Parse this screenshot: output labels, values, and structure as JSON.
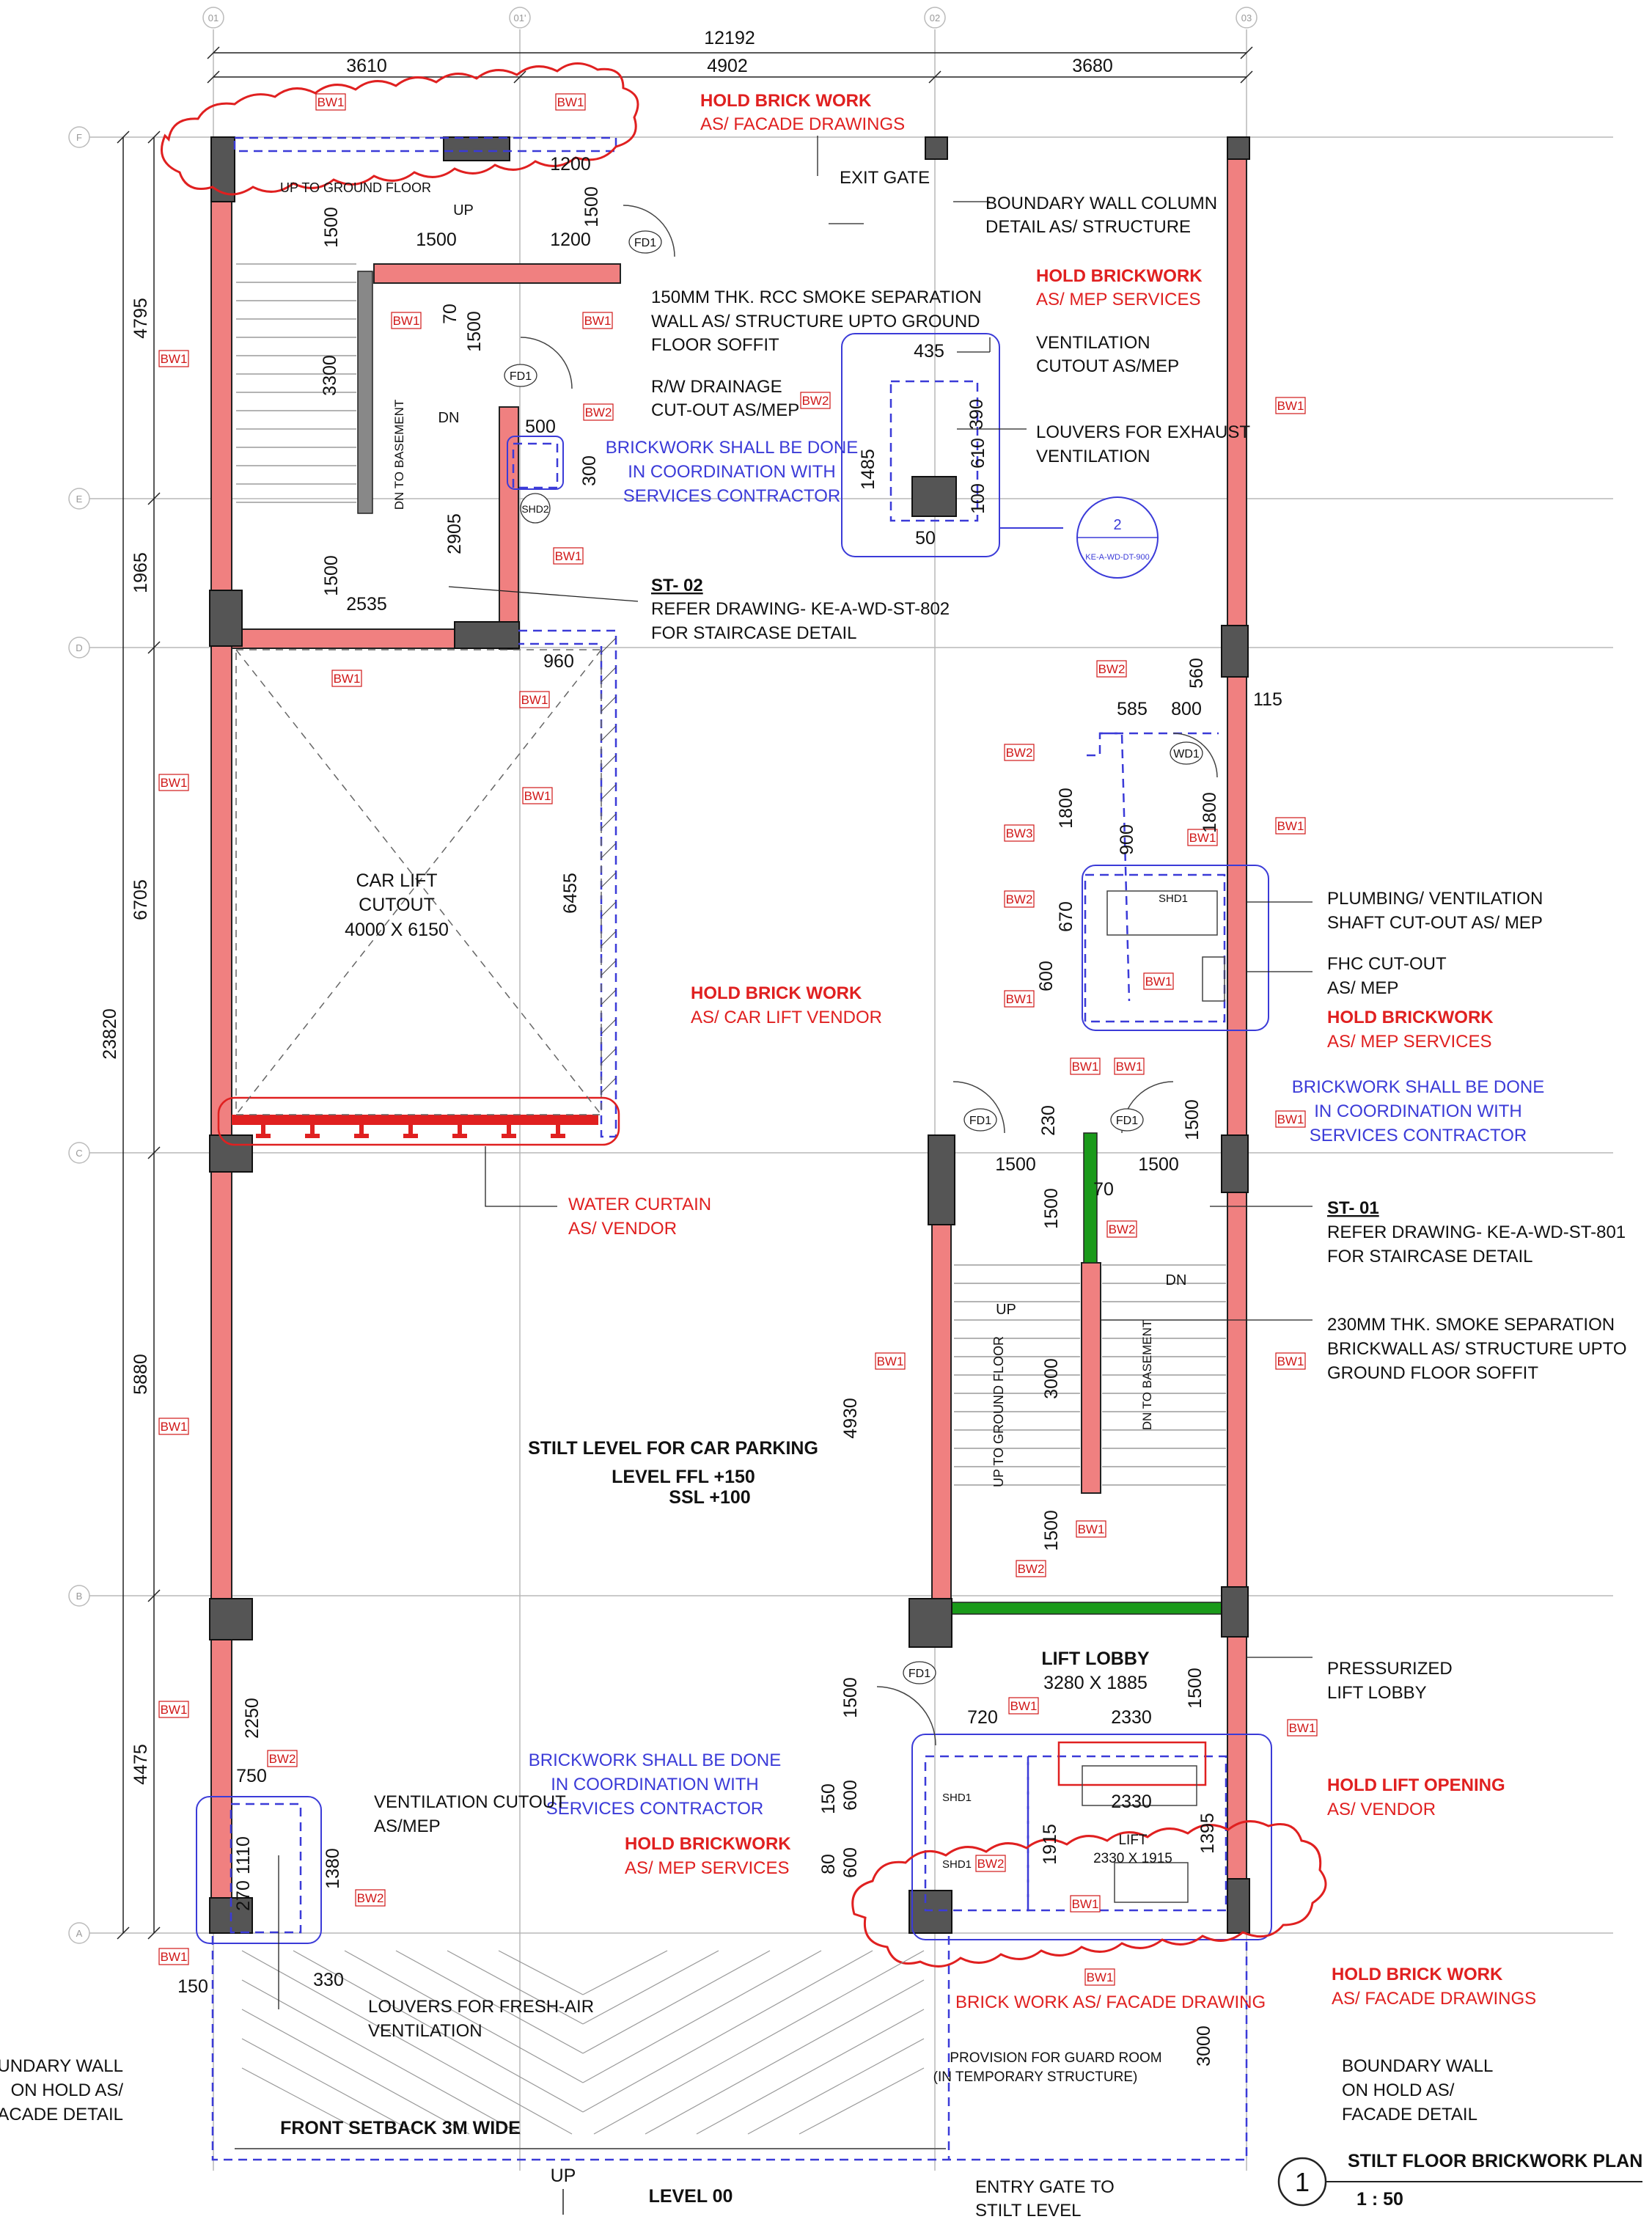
{
  "drawing": {
    "title": "STILT FLOOR BRICKWORK PLAN",
    "number": "1",
    "scale": "1 : 50",
    "level_label": "LEVEL 00",
    "stilt_label": "STILT LEVEL FOR CAR PARKING",
    "level_ffl": "LEVEL FFL +150",
    "level_ssl": "SSL +100",
    "front_setback": "FRONT SETBACK 3M WIDE",
    "up_label": "UP"
  },
  "grids": {
    "columns": [
      "01",
      "01'",
      "02",
      "03"
    ],
    "rows": [
      "F",
      "E",
      "D",
      "C",
      "B",
      "A"
    ]
  },
  "dimensions": {
    "top_overall": "12192",
    "top_bays": [
      "3610",
      "4902",
      "3680"
    ],
    "left_overall": "23820",
    "left_bays": [
      "4795",
      "1965",
      "6705",
      "5880",
      "4475"
    ]
  },
  "interior_dims": {
    "d1200a": "1200",
    "d1500a": "1500",
    "d1500b": "1500",
    "d1200b": "1200",
    "d70": "70",
    "d1500c": "1500",
    "d3300": "3300",
    "d500": "500",
    "d300": "300",
    "d2905": "2905",
    "d1500d": "1500",
    "d2535": "2535",
    "d435": "435",
    "d390": "390",
    "d610": "610",
    "d1485": "1485",
    "d100": "100",
    "d50": "50",
    "d960": "960",
    "d6455": "6455",
    "d560": "560",
    "d585": "585",
    "d800": "800",
    "d115": "115",
    "d1800a": "1800",
    "d900": "900",
    "d1800b": "1800",
    "d670": "670",
    "d600": "600",
    "d230": "230",
    "d1500e": "1500",
    "d1500f": "1500",
    "d1500g": "1500",
    "d70b": "70",
    "d1500h": "1500",
    "d3000": "3000",
    "d4930": "4930",
    "d1500i": "1500",
    "d1500j": "1500",
    "d720": "720",
    "d2330a": "2330",
    "d1500k": "1500",
    "d150": "150",
    "d600b": "600",
    "d80": "80",
    "d600c": "600",
    "d2330b": "2330",
    "d1915": "1915",
    "d1395": "1395",
    "d2250": "2250",
    "d750": "750",
    "d1110": "1110",
    "d270": "270",
    "d1380": "1380",
    "d150b": "150",
    "d330": "330",
    "d3000b": "3000"
  },
  "rooms": {
    "car_lift": "CAR LIFT",
    "car_lift_cutout": "CUTOUT",
    "car_lift_size": "4000 X 6150",
    "lift_lobby": "LIFT LOBBY",
    "lift_lobby_size": "3280 X 1885",
    "lift": "LIFT",
    "lift_size": "2330 X 1915",
    "guard1": "PROVISION FOR GUARD ROOM",
    "guard2": "(IN TEMPORARY STRUCTURE)",
    "up_ground_top": "UP TO GROUND FLOOR",
    "up_top": "UP",
    "dn_top": "DN",
    "dn_basement_1": "DN TO BASEMENT",
    "dn_basement_2": "DN TO BASEMENT",
    "up_ground_2": "UP TO GROUND FLOOR",
    "up_2": "UP",
    "dn_2": "DN"
  },
  "tags": {
    "bw1": "BW1",
    "bw2": "BW2",
    "bw3": "BW3",
    "fd1": "FD1",
    "wd1": "WD1",
    "shd1": "SHD1",
    "shd2": "SHD2",
    "ref_num": "2",
    "ref_code": "KE-A-WD-DT-900"
  },
  "notes": {
    "hold_brick_1a": "HOLD BRICK WORK",
    "hold_brick_1b": "AS/ FACADE DRAWINGS",
    "exit_gate": "EXIT GATE",
    "boundary_col_1": "BOUNDARY WALL COLUMN",
    "boundary_col_2": "DETAIL AS/ STRUCTURE",
    "hold_mep_1a": "HOLD BRICKWORK",
    "hold_mep_1b": "AS/ MEP SERVICES",
    "rcc_1": "150MM THK. RCC SMOKE SEPARATION",
    "rcc_2": "WALL AS/ STRUCTURE UPTO GROUND",
    "rcc_3": "FLOOR SOFFIT",
    "vent_1": "VENTILATION",
    "vent_2": "CUTOUT AS/MEP",
    "rw_1": "R/W DRAINAGE",
    "rw_2": "CUT-OUT AS/MEP",
    "louvers_1": "LOUVERS FOR EXHAUST",
    "louvers_2": "VENTILATION",
    "coord1_1": "BRICKWORK SHALL BE DONE",
    "coord1_2": "IN COORDINATION WITH",
    "coord1_3": "SERVICES CONTRACTOR",
    "st02_1": "ST- 02",
    "st02_2": "REFER DRAWING- KE-A-WD-ST-802",
    "st02_3": "FOR STAIRCASE DETAIL",
    "hold_lift_1": "HOLD BRICK WORK",
    "hold_lift_2": "AS/ CAR LIFT VENDOR",
    "plumb_1": "PLUMBING/ VENTILATION",
    "plumb_2": "SHAFT CUT-OUT AS/ MEP",
    "fhc_1": "FHC CUT-OUT",
    "fhc_2": "AS/ MEP",
    "hold_mep_2a": "HOLD BRICKWORK",
    "hold_mep_2b": "AS/ MEP SERVICES",
    "coord2_1": "BRICKWORK SHALL BE DONE",
    "coord2_2": "IN COORDINATION WITH",
    "coord2_3": "SERVICES CONTRACTOR",
    "water_1": "WATER CURTAIN",
    "water_2": "AS/ VENDOR",
    "st01_1": "ST- 01",
    "st01_2": "REFER DRAWING- KE-A-WD-ST-801",
    "st01_3": "FOR STAIRCASE DETAIL",
    "smoke_1": "230MM THK. SMOKE SEPARATION",
    "smoke_2": "BRICKWALL AS/ STRUCTURE UPTO",
    "smoke_3": "GROUND FLOOR SOFFIT",
    "press_1": "PRESSURIZED",
    "press_2": "LIFT LOBBY",
    "coord3_1": "BRICKWORK SHALL BE DONE",
    "coord3_2": "IN COORDINATION WITH",
    "coord3_3": "SERVICES CONTRACTOR",
    "hold_mep_3a": "HOLD BRICKWORK",
    "hold_mep_3b": "AS/ MEP SERVICES",
    "vent_cut_1": "VENTILATION CUTOUT",
    "vent_cut_2": "AS/MEP",
    "hold_lift_open_1": "HOLD LIFT OPENING",
    "hold_lift_open_2": "AS/ VENDOR",
    "fresh_1": "LOUVERS FOR FRESH-AIR",
    "fresh_2": "VENTILATION",
    "boundary_l1": "BOUNDARY WALL",
    "boundary_l2": "ON HOLD AS/",
    "boundary_l3": "FACADE DETAIL",
    "brick_facade": "BRICK WORK AS/ FACADE DRAWING",
    "hold_brick_2a": "HOLD BRICK WORK",
    "hold_brick_2b": "AS/ FACADE DRAWINGS",
    "boundary_r1": "BOUNDARY WALL",
    "boundary_r2": "ON HOLD AS/",
    "boundary_r3": "FACADE DETAIL",
    "entry_1": "ENTRY GATE TO",
    "entry_2": "STILT LEVEL"
  },
  "colors": {
    "wall": "#f08080",
    "column": "#555555",
    "hold": "#e02020",
    "coord": "#3b3bd8",
    "smoke_wall": "#1a9a1a"
  }
}
